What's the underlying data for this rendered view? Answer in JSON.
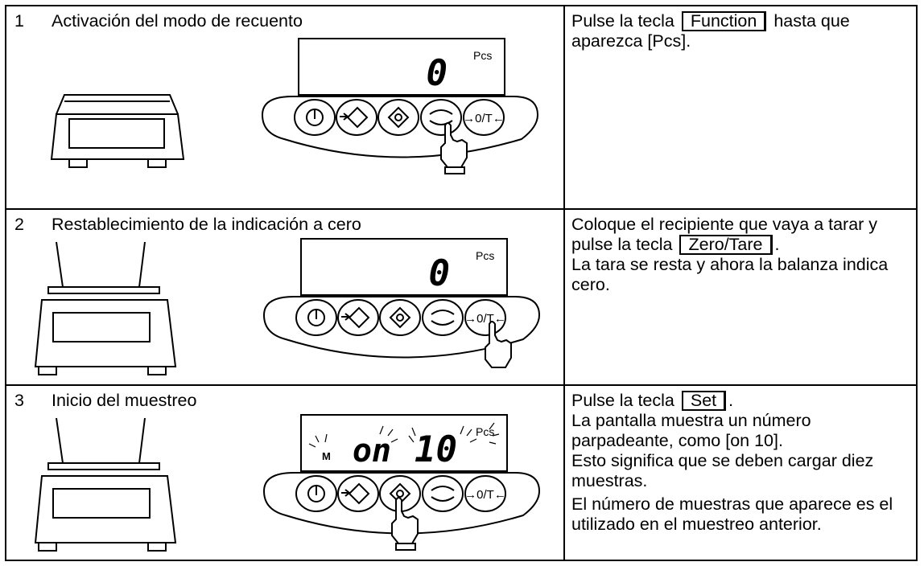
{
  "steps": [
    {
      "number": "1",
      "title": "Activación del modo de recuento",
      "display": {
        "main": "0",
        "unit": "Pcs"
      },
      "instructions": {
        "l1_pre": "Pulse la tecla",
        "l1_key": "Function",
        "l1_post": "hasta que aparezca [Pcs]."
      }
    },
    {
      "number": "2",
      "title": "Restablecimiento de la indicación a cero",
      "display": {
        "main": "0",
        "unit": "Pcs"
      },
      "instructions": {
        "l1_pre": "Coloque el recipiente que vaya a tarar y pulse la tecla",
        "l1_key": "Zero/Tare",
        "l1_post": ".",
        "l2": "La tara se resta y ahora la balanza indica cero."
      }
    },
    {
      "number": "3",
      "title": "Inicio del muestreo",
      "display": {
        "left": "on",
        "main": "10",
        "unit": "Pcs",
        "marker": "M"
      },
      "instructions": {
        "l1_pre": "Pulse la tecla",
        "l1_key": "Set",
        "l1_post": ".",
        "l2": "La pantalla muestra un número parpadeante, como [on 10].",
        "l3": "Esto significa que se deben cargar diez muestras.",
        "l4": "El número de muestras que aparece es el utilizado en el muestreo anterior."
      }
    }
  ],
  "keypad": {
    "zero_tare_label": "→0/T←"
  },
  "icons": [
    "power-icon",
    "arrow-diamond-icon",
    "target-diamond-icon",
    "cycle-arrows-icon",
    "hand-pointer-icon"
  ]
}
